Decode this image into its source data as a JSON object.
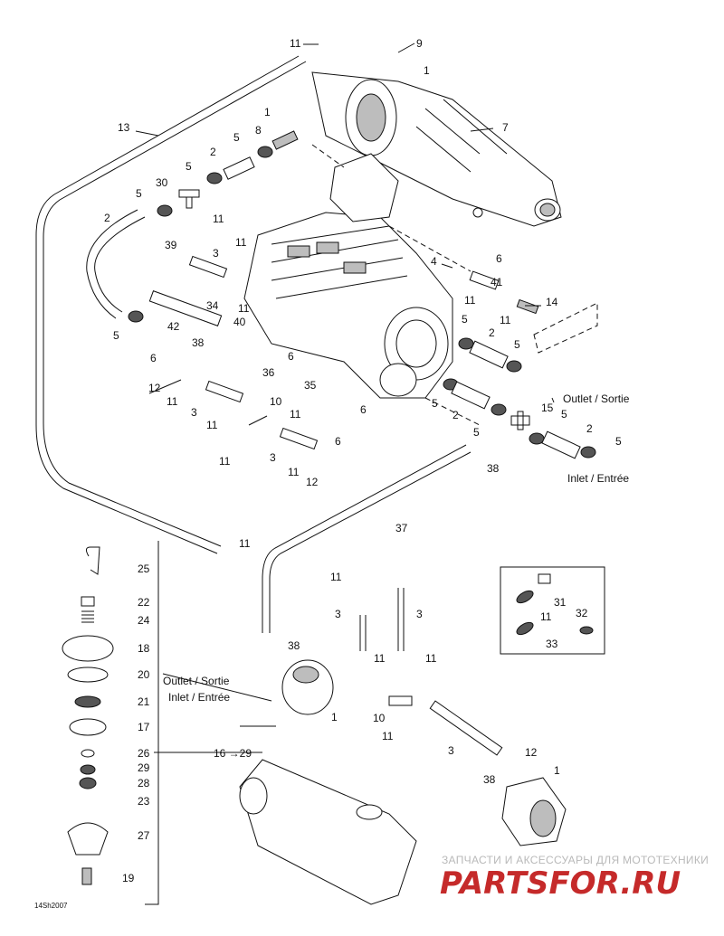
{
  "diagram": {
    "drawing_number": "14Sh2007",
    "labels": {
      "outlet_sortie": "Outlet / Sortie",
      "inlet_entree": "Inlet / Entrée",
      "range_16_29": "16 →29"
    },
    "callouts": [
      "1",
      "2",
      "3",
      "4",
      "5",
      "6",
      "7",
      "8",
      "9",
      "10",
      "11",
      "12",
      "13",
      "14",
      "15",
      "17",
      "18",
      "19",
      "20",
      "21",
      "22",
      "23",
      "24",
      "25",
      "26",
      "27",
      "28",
      "29",
      "30",
      "31",
      "32",
      "33",
      "34",
      "35",
      "36",
      "37",
      "38",
      "39",
      "40",
      "41",
      "42"
    ]
  },
  "watermark": {
    "tagline": "ЗАПЧАСТИ И АКСЕССУАРЫ ДЛЯ МОТОТЕХНИКИ",
    "logo": "PARTSFOR.RU"
  }
}
